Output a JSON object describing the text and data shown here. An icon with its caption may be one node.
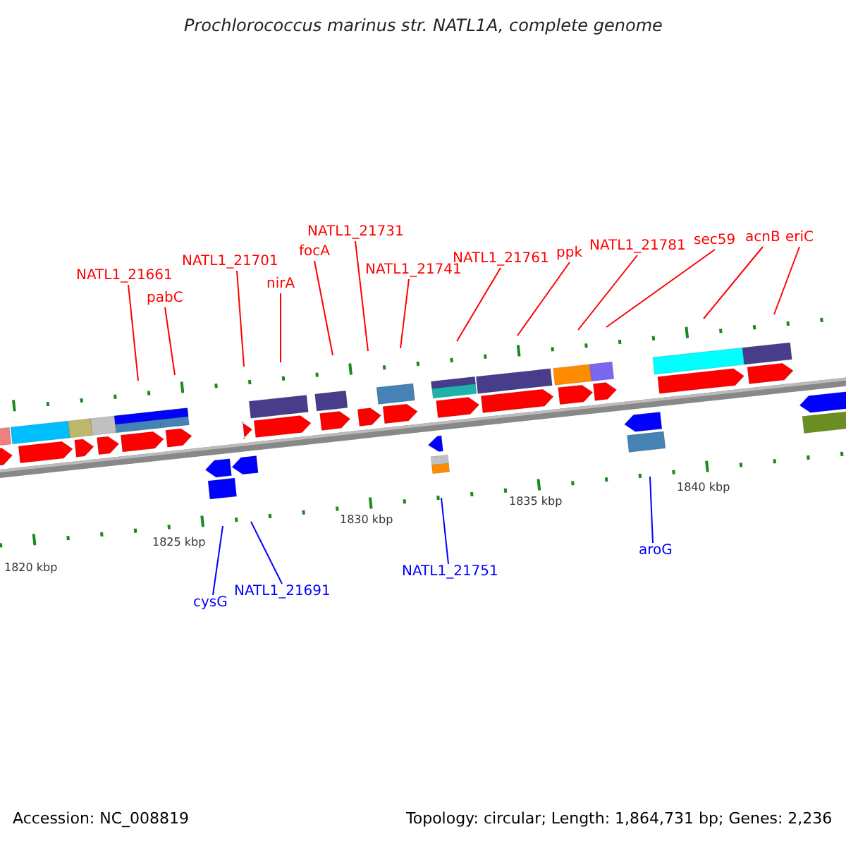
{
  "diagram": {
    "title": "Prochlorococcus marinus str. NATL1A, complete genome",
    "nodes": [
      {
        "text": [
          "NATL1_21661"
        ]
      },
      {
        "text": [
          "pabC"
        ]
      },
      {
        "text": [
          "NATL1_21701"
        ]
      },
      {
        "text": [
          "nirA"
        ]
      },
      {
        "text": [
          "focA"
        ]
      },
      {
        "text": [
          "NATL1_21731"
        ]
      },
      {
        "text": [
          "NATL1_21741"
        ]
      },
      {
        "text": [
          "NATL1_21761"
        ]
      },
      {
        "text": [
          "ppk"
        ]
      },
      {
        "text": [
          "NATL1_21781"
        ]
      },
      {
        "text": [
          "sec59"
        ]
      },
      {
        "text": [
          "acnB"
        ]
      },
      {
        "text": [
          "eriC"
        ]
      },
      {
        "text": [
          "cysG"
        ]
      },
      {
        "text": [
          "NATL1_21691"
        ]
      },
      {
        "text": [
          "NATL1_21751"
        ]
      },
      {
        "text": [
          "aroG"
        ]
      }
    ],
    "edges": [
      {
        "from": 0,
        "to": null,
        "arrow": "none"
      },
      {
        "from": 1,
        "to": null,
        "arrow": "none"
      },
      {
        "from": 2,
        "to": null,
        "arrow": "none"
      },
      {
        "from": 3,
        "to": null,
        "arrow": "none"
      },
      {
        "from": 4,
        "to": null,
        "arrow": "none"
      },
      {
        "from": 5,
        "to": null,
        "arrow": "none"
      },
      {
        "from": 6,
        "to": null,
        "arrow": "none"
      },
      {
        "from": 7,
        "to": null,
        "arrow": "none"
      },
      {
        "from": 8,
        "to": null,
        "arrow": "none"
      },
      {
        "from": 9,
        "to": null,
        "arrow": "none"
      },
      {
        "from": 10,
        "to": null,
        "arrow": "none"
      },
      {
        "from": 11,
        "to": null,
        "arrow": "none"
      },
      {
        "from": 12,
        "to": null,
        "arrow": "none"
      },
      {
        "from": 13,
        "to": null,
        "arrow": "none",
        "color": "#0000ff"
      },
      {
        "from": 14,
        "to": null,
        "arrow": "none",
        "color": "#0000ff"
      },
      {
        "from": 15,
        "to": null,
        "arrow": "none",
        "color": "#0000ff"
      },
      {
        "from": 16,
        "to": null,
        "arrow": "none",
        "color": "#0000ff"
      }
    ],
    "labels": [
      "1820 kbp",
      "1825 kbp",
      "1830 kbp",
      "1835 kbp",
      "1840 kbp",
      "Accession: NC_008819",
      "Topology: circular; Length: 1,864,731 bp; Genes: 2,236"
    ]
  }
}
